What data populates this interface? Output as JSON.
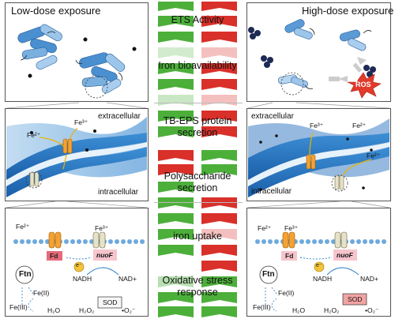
{
  "left_top": {
    "title": "Low-dose exposure"
  },
  "right_top": {
    "title": "High-dose exposure",
    "ros_label": "ROS"
  },
  "mid_labels": [
    "ETS Activity",
    "Iron bioavailability",
    "TB-EPS protein secretion",
    "Polysaccharide secretion",
    "iron uptake",
    "Oxidative stress response"
  ],
  "left_mid": {
    "extracellular": "extracellular",
    "intracellular": "intracellular",
    "fe3": "Fe³⁺",
    "fe2": "Fe²⁺"
  },
  "right_mid": {
    "extracellular": "extracellular",
    "intracellular": "intracellular",
    "fe3": "Fe³⁺",
    "fe2_a": "Fe²⁺",
    "fe2_b": "Fe²⁺"
  },
  "left_bot": {
    "fe2": "Fe²⁺",
    "fe3": "Fe³⁺",
    "fd": "Fd",
    "nuof": "nuoF",
    "electron": "e⁻",
    "ftn": "Ftn",
    "nadh": "NADH",
    "nad": "NAD+",
    "feII": "Fe(II)",
    "feIII": "Fe(III)",
    "sod": "SOD",
    "h2o": "H₂O",
    "h2o2": "H₂O₂",
    "o2": "•O₂⁻"
  },
  "right_bot": {
    "fe2": "Fe²⁺",
    "fe3": "Fe³⁺",
    "fd": "Fd",
    "nuof": "nuoF",
    "electron": "e⁻",
    "ftn": "Ftn",
    "nadh": "NADH",
    "nad": "NAD+",
    "feII": "Fe(II)",
    "feIII": "Fe(III)",
    "sod": "SOD",
    "h2o": "H₂O",
    "h2o2": "H₂O₂",
    "o2": "•O₂⁻"
  },
  "colors": {
    "green": "#4caf3a",
    "red": "#d9302a",
    "membrane": "#1f78c8",
    "eps": "#7fb6e6",
    "sod_high": "#f2a3a3"
  }
}
